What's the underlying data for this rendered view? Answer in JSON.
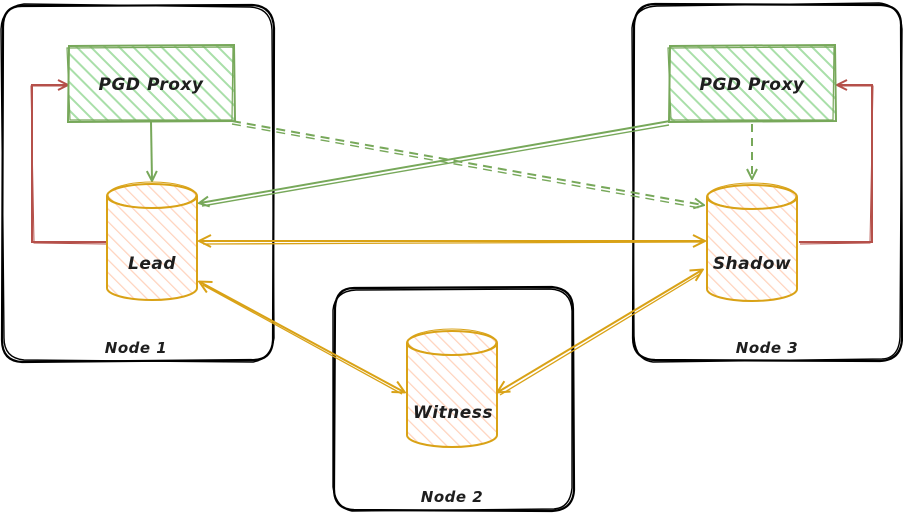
{
  "diagram": {
    "nodes": [
      {
        "id": "node1",
        "label": "Node 1"
      },
      {
        "id": "node2",
        "label": "Node 2"
      },
      {
        "id": "node3",
        "label": "Node 3"
      }
    ],
    "proxies": [
      {
        "id": "proxy-left",
        "label": "PGD Proxy"
      },
      {
        "id": "proxy-right",
        "label": "PGD Proxy"
      }
    ],
    "databases": [
      {
        "id": "lead",
        "label": "Lead"
      },
      {
        "id": "witness",
        "label": "Witness"
      },
      {
        "id": "shadow",
        "label": "Shadow"
      }
    ],
    "colors": {
      "proxy_stroke": "#77a85a",
      "proxy_fill": "#b2f2bb",
      "db_stroke": "#d9a216",
      "db_fill": "#ffc9a9",
      "loop_stroke": "#b5504a",
      "node_stroke": "#000000"
    }
  }
}
